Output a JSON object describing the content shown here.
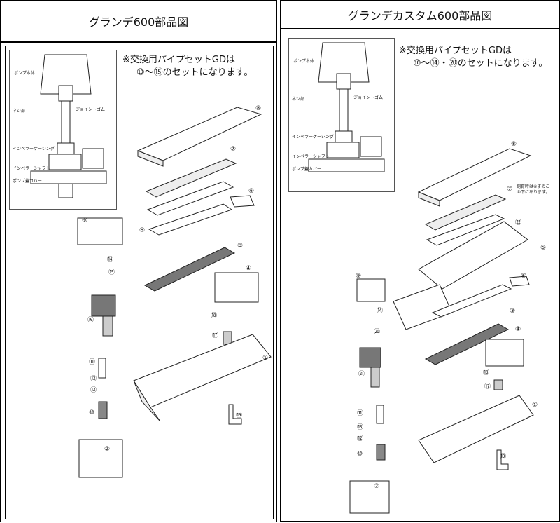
{
  "left": {
    "title": "グランデ600部品図",
    "note_line1": "※交換用パイプセットGDは",
    "note_line2": "⑩〜⑮のセットになります。",
    "inset_labels": [
      "ポンプ本体",
      "ネジ部",
      "ジョイントゴム",
      "インペラーケーシング",
      "インペラーシャフト",
      "ポンプ蓋カバー"
    ],
    "parts": [
      "①",
      "②",
      "③",
      "④",
      "⑤",
      "⑥",
      "⑦",
      "⑧",
      "⑨",
      "⑩",
      "⑪",
      "⑫",
      "⑬",
      "⑭",
      "⑮",
      "⑯",
      "⑰",
      "⑱",
      "⑲"
    ]
  },
  "right": {
    "title": "グランデカスタム600部品図",
    "note_line1": "※交換用パイプセットGDは",
    "note_line2": "⑩〜⑭・⑳のセットになります。",
    "inset_labels": [
      "ポンプ本体",
      "ネジ部",
      "ジョイントゴム",
      "インペラーケーシング",
      "インペラーシャフト",
      "ポンプ蓋カバー"
    ],
    "part7_note_line1": "飼育時は⑧すのこ",
    "part7_note_line2": "の下にあります。",
    "parts": [
      "①",
      "②",
      "③",
      "④",
      "⑤",
      "⑥",
      "⑦",
      "⑧",
      "⑨",
      "⑩",
      "⑪",
      "⑫",
      "⑬",
      "⑭",
      "⑰",
      "⑱",
      "⑲",
      "⑳",
      "㉑",
      "㉒"
    ]
  }
}
